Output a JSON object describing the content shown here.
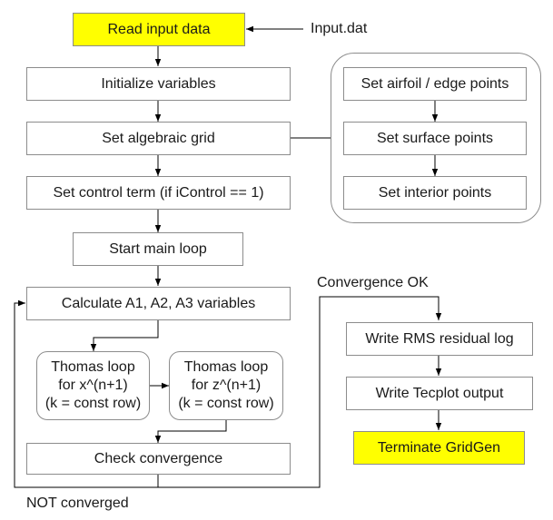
{
  "nodes": {
    "read_input": "Read input data",
    "initialize": "Initialize variables",
    "algebraic_grid": "Set algebraic grid",
    "control_term": "Set control term (if iControl == 1)",
    "main_loop": "Start main loop",
    "calculate": "Calculate A1, A2, A3 variables",
    "thomas_x": "Thomas loop\nfor x^(n+1)\n(k = const row)",
    "thomas_z": "Thomas loop\nfor z^(n+1)\n(k = const row)",
    "check_convergence": "Check convergence",
    "airfoil_points": "Set airfoil / edge points",
    "surface_points": "Set surface points",
    "interior_points": "Set interior points",
    "rms_log": "Write RMS residual log",
    "tecplot": "Write Tecplot output",
    "terminate": "Terminate GridGen"
  },
  "labels": {
    "input_file": "Input.dat",
    "converged": "Convergence OK",
    "not_converged": "NOT converged"
  },
  "colors": {
    "highlight": "#ffff00",
    "border": "#8c8c8c",
    "line": "#000000"
  }
}
